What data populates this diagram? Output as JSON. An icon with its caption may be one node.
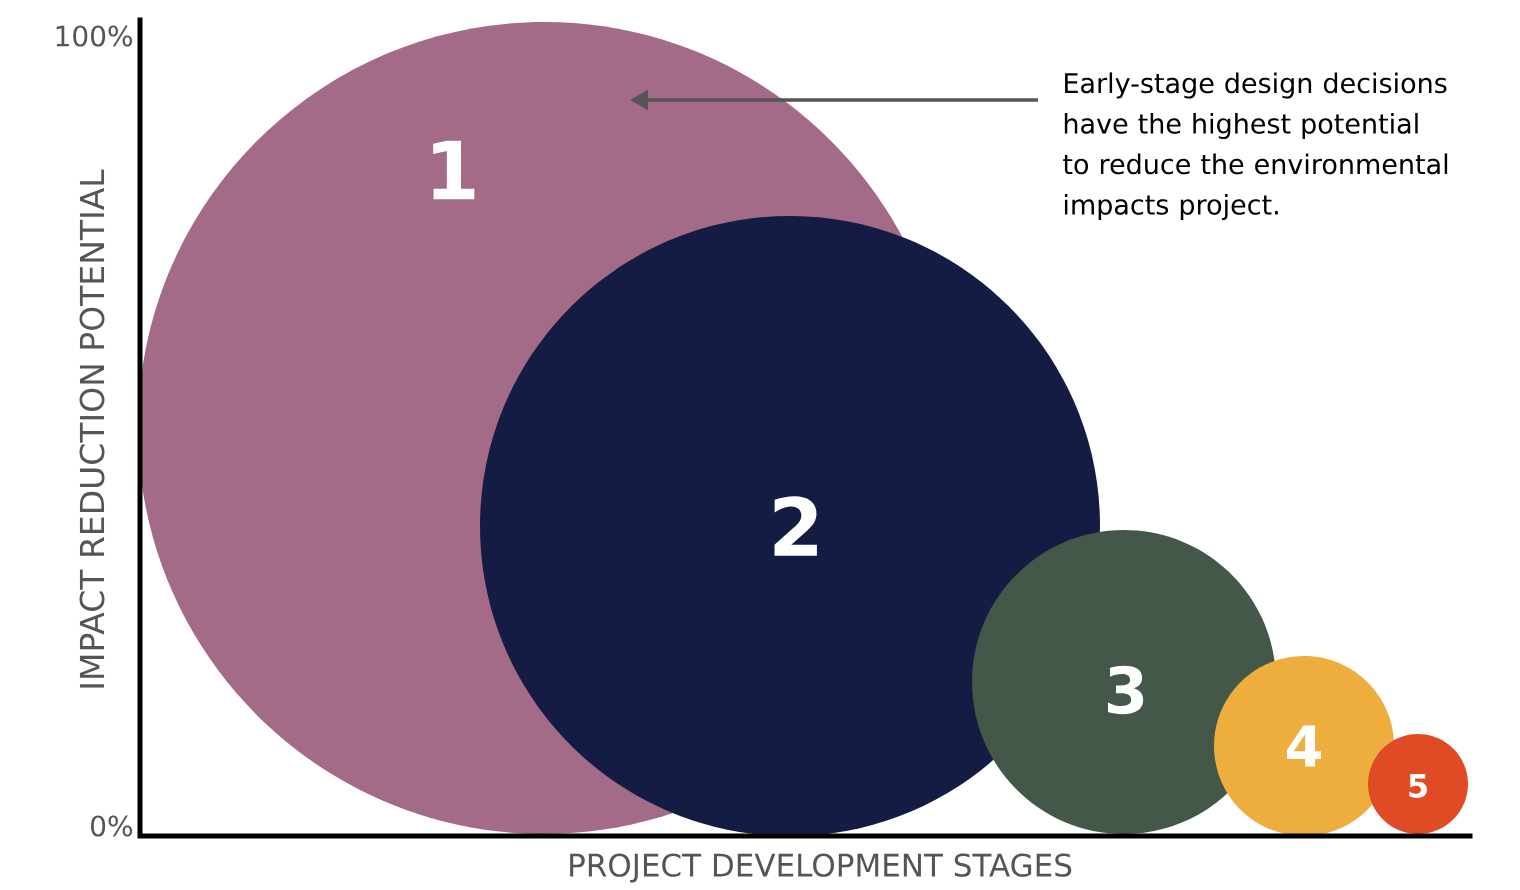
{
  "diagram": {
    "nodes": [
      {
        "text": [
          "1"
        ]
      },
      {
        "text": [
          "2"
        ]
      },
      {
        "text": [
          "3"
        ]
      },
      {
        "text": [
          "4"
        ]
      },
      {
        "text": [
          "5"
        ]
      },
      {
        "text": [
          "Early-stage design decisions have the highest potential to reduce the environmental impacts project."
        ]
      }
    ],
    "edges": [
      {
        "from": 5,
        "to": 0,
        "arrow": "to"
      }
    ],
    "labels": [
      "100%",
      "0%",
      "IMPACT REDUCTION POTENTIAL",
      "PROJECT DEVELOPMENT STAGES"
    ]
  }
}
